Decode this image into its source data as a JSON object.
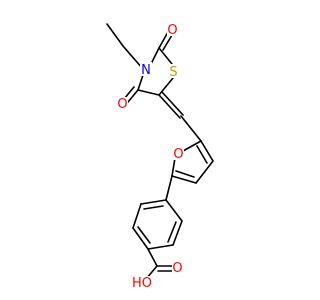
{
  "atoms": [
    {
      "id": "O_thz_top",
      "label": "O"
    },
    {
      "id": "S_thz",
      "label": "S"
    },
    {
      "id": "N_thz",
      "label": "N"
    },
    {
      "id": "O_thz_left",
      "label": "O"
    },
    {
      "id": "O_furan",
      "label": "O"
    },
    {
      "id": "O_carbonyl",
      "label": "O"
    },
    {
      "id": "O_hydroxyl",
      "label": "HO"
    }
  ],
  "colors": {
    "bond": "#000000",
    "oxygen": "#ff0000",
    "nitrogen": "#0000ff",
    "sulfur": "#b8a000"
  }
}
